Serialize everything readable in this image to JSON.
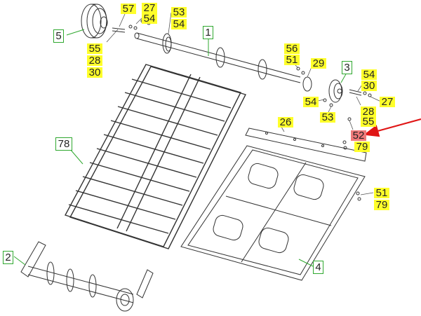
{
  "colors": {
    "callout_bg": "#ffff2a",
    "callout_highlight_bg": "#f07a7a",
    "part_border": "#2fa82f",
    "arrow": "#e01515",
    "drawing": "#333333"
  },
  "part_labels": [
    "5",
    "1",
    "3",
    "78",
    "4",
    "2"
  ],
  "callouts": {
    "c57a": "57",
    "c27a": "27",
    "c54a": "54",
    "c55a": "55",
    "c28a": "28",
    "c30a": "30",
    "c53a": "53",
    "c54b": "54",
    "c56": "56",
    "c51a": "51",
    "c29": "29",
    "c54c": "54",
    "c30b": "30",
    "c54d": "54",
    "c53b": "53",
    "c28b": "28",
    "c55b": "55",
    "c27b": "27",
    "c26": "26",
    "c52": "52",
    "c79a": "79",
    "c51b": "51",
    "c79b": "79"
  }
}
